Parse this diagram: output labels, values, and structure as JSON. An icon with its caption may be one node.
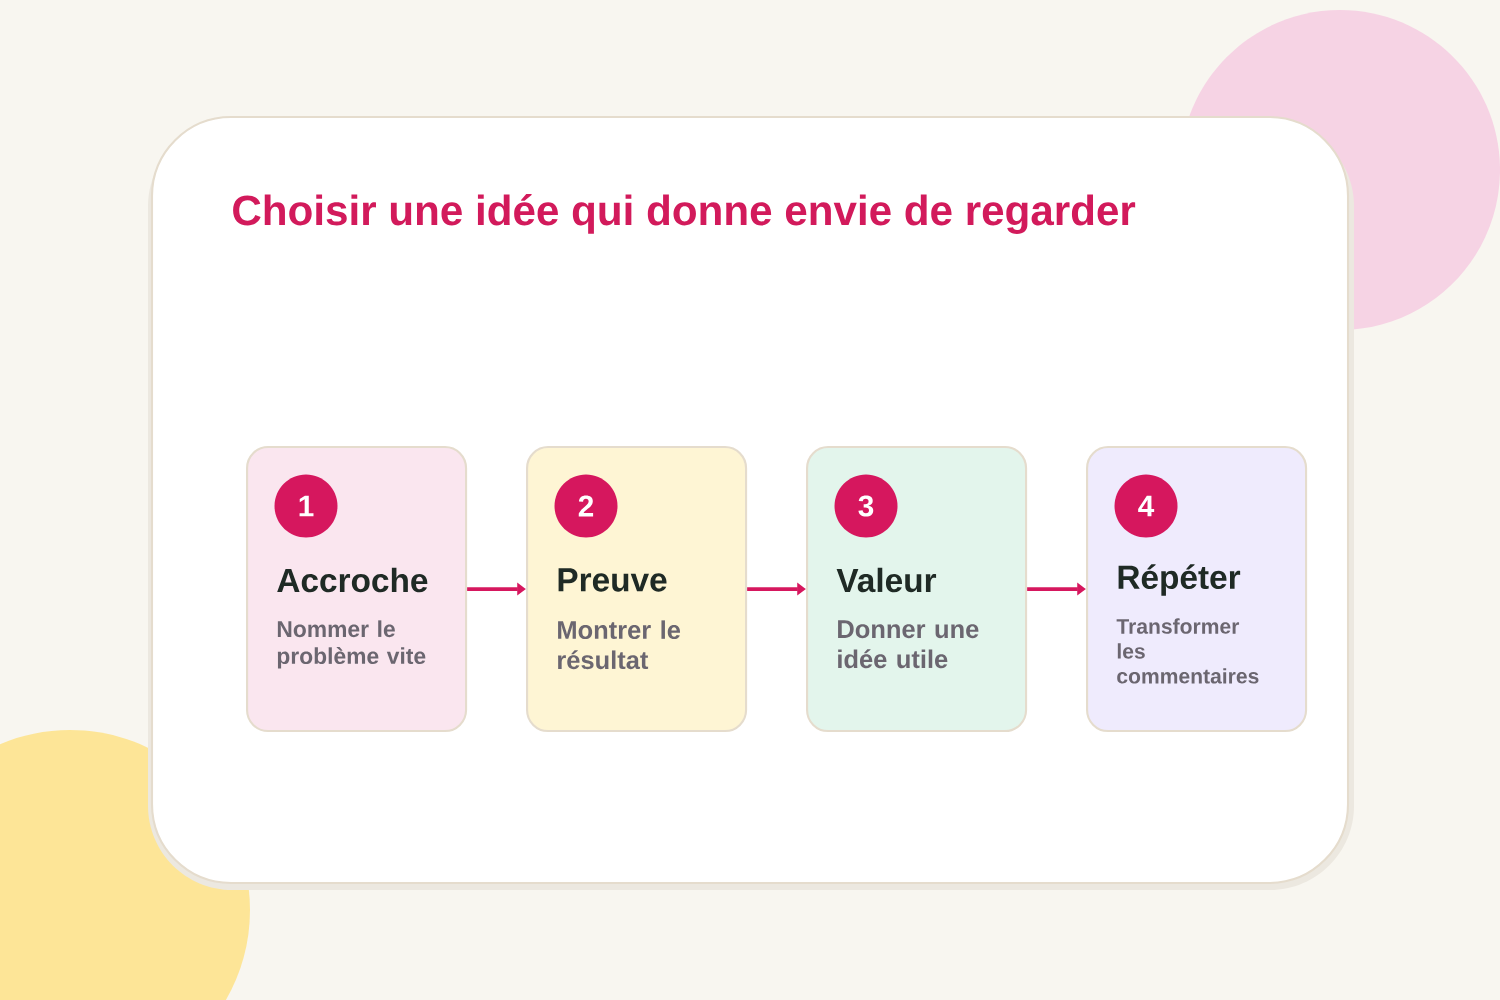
{
  "diagram": {
    "title": "Choisir une idée qui donne envie de regarder",
    "nodes": [
      {
        "text": [
          "Accroche",
          "Nommer le problème vite"
        ]
      },
      {
        "text": [
          "1"
        ],
        "in": 0
      },
      {
        "text": [
          "Preuve",
          "Montrer le résultat"
        ]
      },
      {
        "text": [
          "2"
        ],
        "in": 2
      },
      {
        "text": [
          "Valeur",
          "Donner une idée utile"
        ]
      },
      {
        "text": [
          "3"
        ],
        "in": 4
      },
      {
        "text": [
          "Répéter",
          "Transformer les commentaires"
        ]
      },
      {
        "text": [
          "4"
        ],
        "in": 6
      }
    ],
    "edges": [
      {
        "from": 0,
        "to": 2,
        "arrow": "to"
      },
      {
        "from": 2,
        "to": 4,
        "arrow": "to"
      },
      {
        "from": 4,
        "to": 6,
        "arrow": "to"
      }
    ]
  }
}
